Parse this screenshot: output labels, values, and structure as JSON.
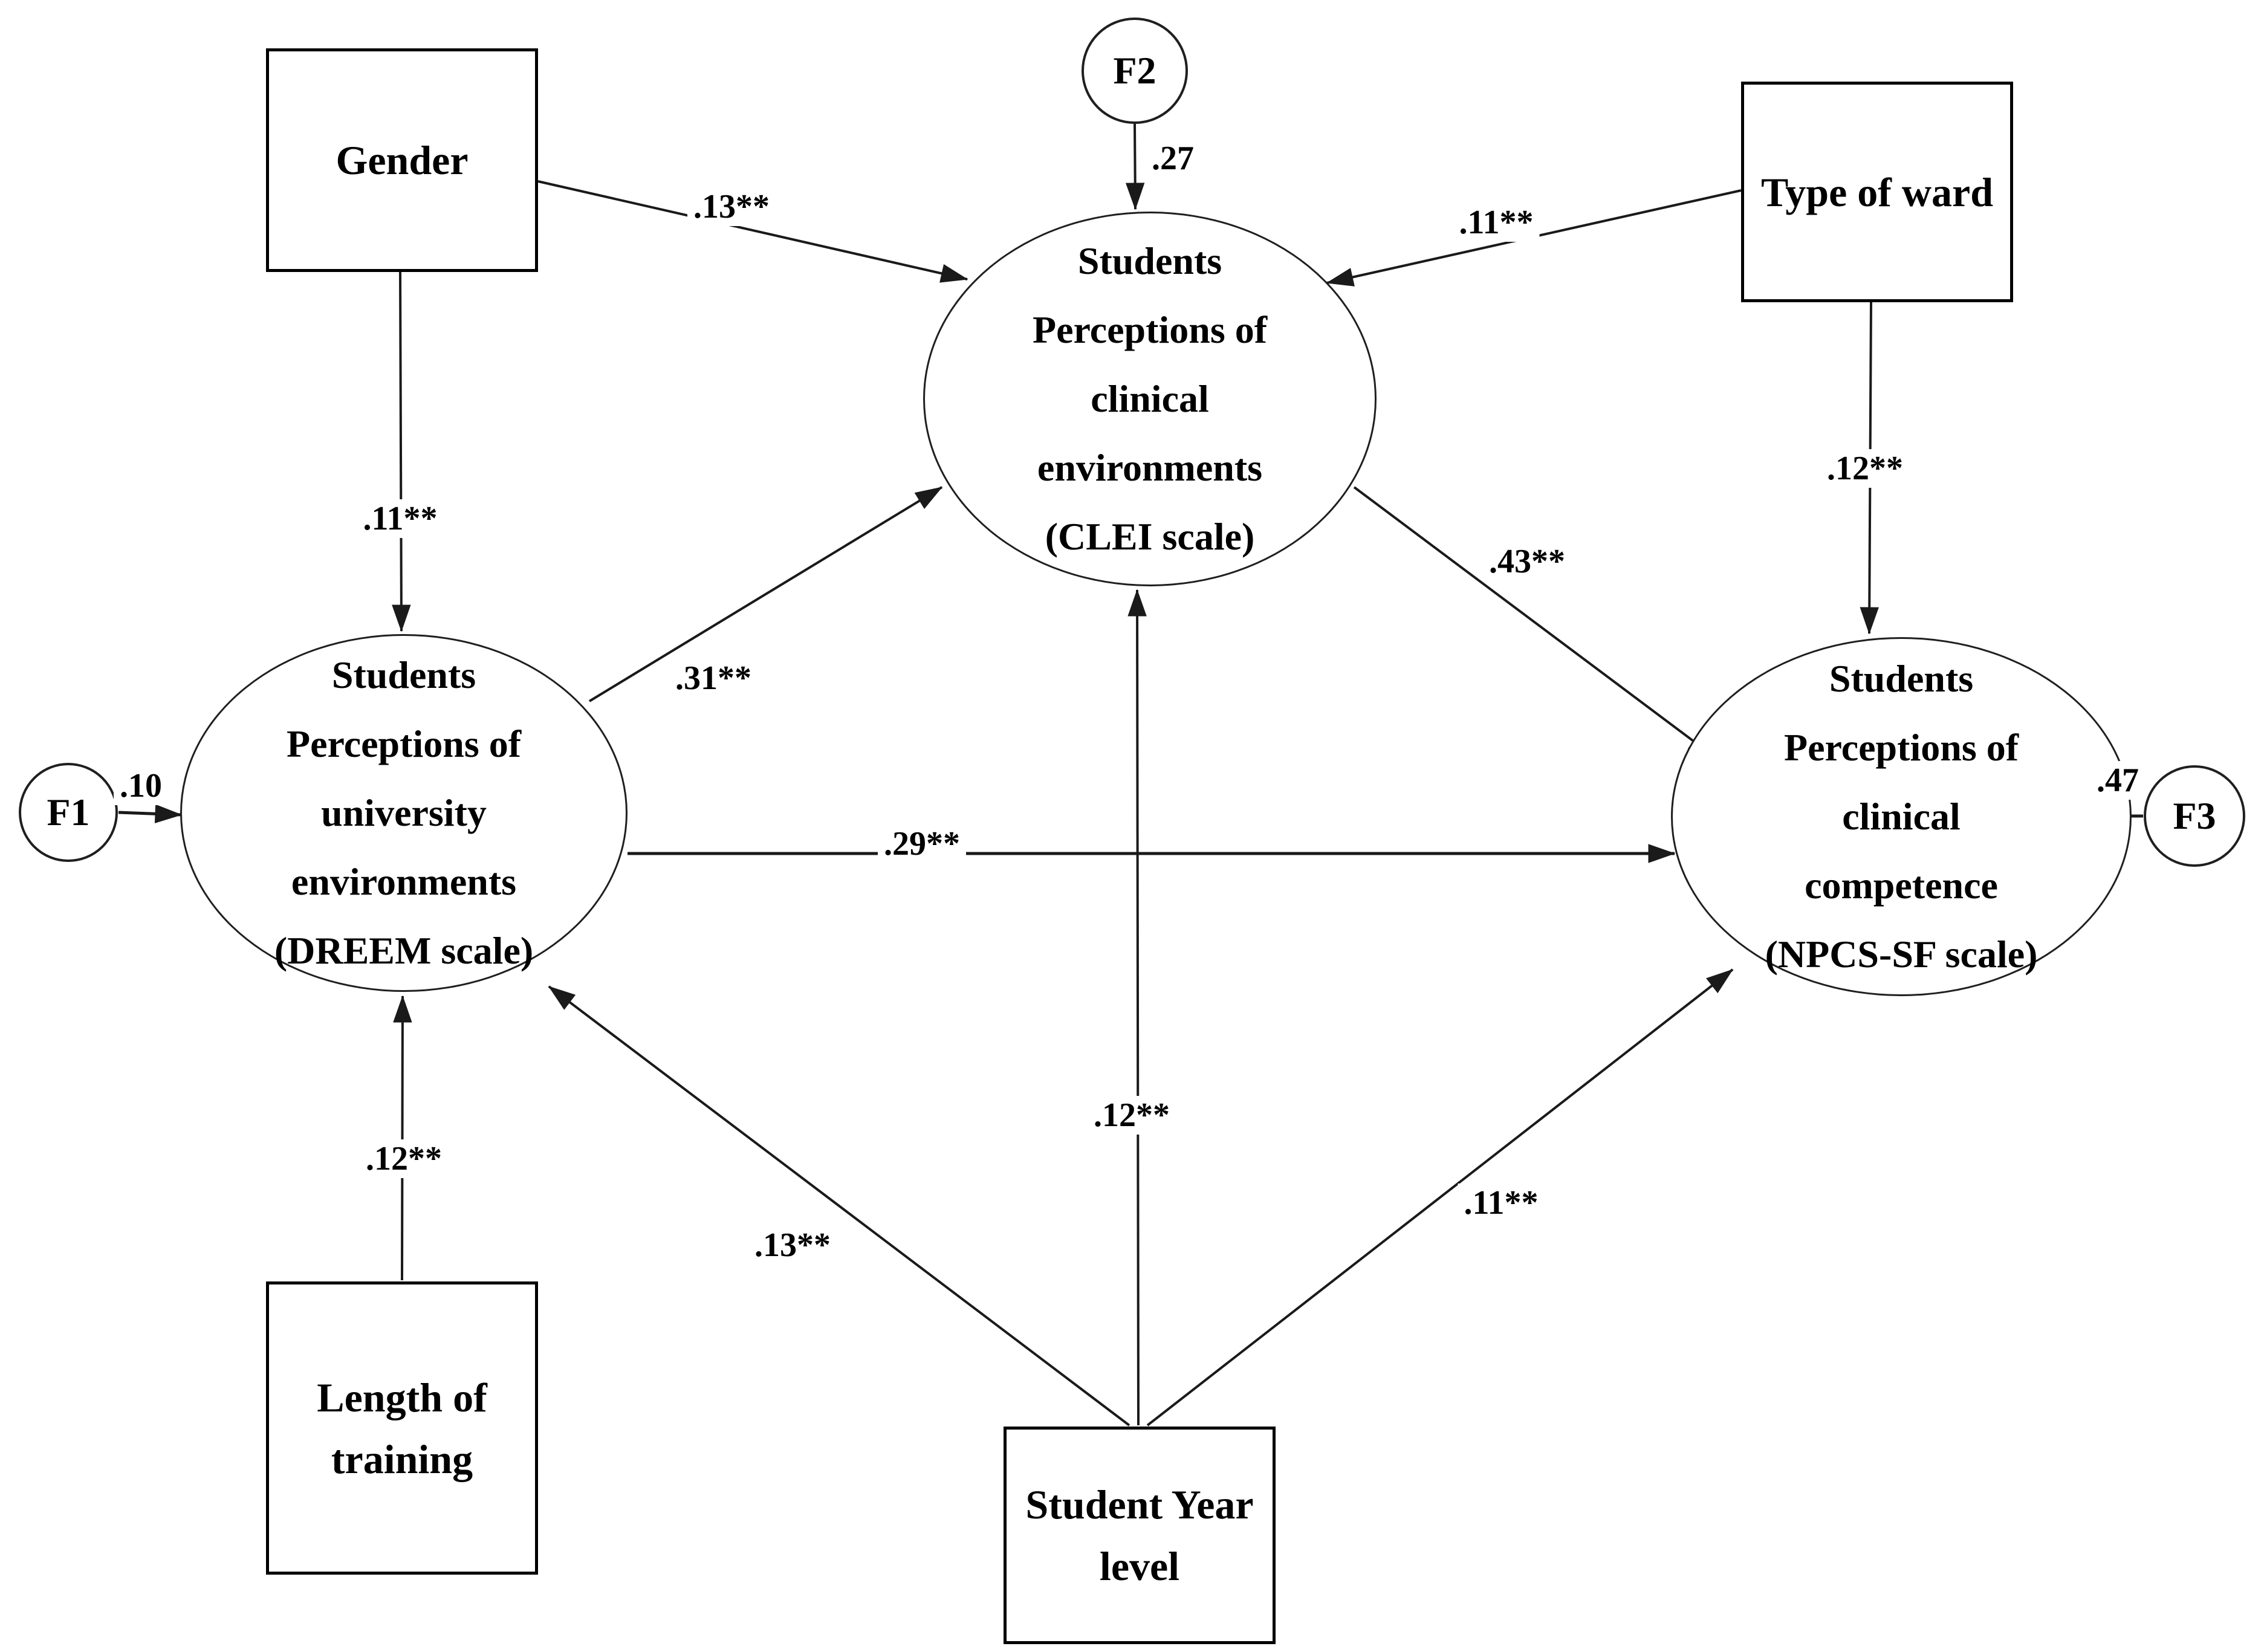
{
  "figure": {
    "kind": "structural-equation-path-diagram",
    "colors": {
      "background": "#ffffff",
      "line": "#1a1a1a",
      "text": "#000000"
    },
    "nodes": {
      "gender": {
        "shape": "rectangle",
        "label": "Gender"
      },
      "type_of_ward": {
        "shape": "rectangle",
        "label": "Type of ward"
      },
      "length_of_training": {
        "shape": "rectangle",
        "label": "Length of\ntraining"
      },
      "student_year_level": {
        "shape": "rectangle",
        "label": "Student Year\nlevel"
      },
      "dreem": {
        "shape": "ellipse",
        "label": "Students\nPerceptions of\nuniversity\nenvironments\n(DREEM scale)"
      },
      "clei": {
        "shape": "ellipse",
        "label": "Students\nPerceptions of\nclinical\nenvironments\n(CLEI scale)"
      },
      "npcs": {
        "shape": "ellipse",
        "label": "Students\nPerceptions of\nclinical\ncompetence\n(NPCS-SF scale)"
      },
      "f1": {
        "shape": "circle",
        "label": "F1"
      },
      "f2": {
        "shape": "circle",
        "label": "F2"
      },
      "f3": {
        "shape": "circle",
        "label": "F3"
      }
    },
    "paths": [
      {
        "from": "Gender",
        "to": "CLEI",
        "value": ".13**"
      },
      {
        "from": "F2",
        "to": "CLEI",
        "value": ".27"
      },
      {
        "from": "Type of ward",
        "to": "CLEI",
        "value": ".11**"
      },
      {
        "from": "Gender",
        "to": "DREEM",
        "value": ".11**"
      },
      {
        "from": "Type of ward",
        "to": "NPCS-SF",
        "value": ".12**"
      },
      {
        "from": "DREEM",
        "to": "CLEI",
        "value": ".31**"
      },
      {
        "from": "CLEI",
        "to": "NPCS-SF",
        "value": ".43**"
      },
      {
        "from": "DREEM",
        "to": "NPCS-SF",
        "value": ".29**"
      },
      {
        "from": "F1",
        "to": "DREEM",
        "value": ".10"
      },
      {
        "from": "F3",
        "to": "NPCS-SF",
        "value": ".47"
      },
      {
        "from": "Length of training",
        "to": "DREEM",
        "value": ".12**"
      },
      {
        "from": "Student Year level",
        "to": "DREEM",
        "value": ".13**"
      },
      {
        "from": "Student Year level",
        "to": "CLEI",
        "value": ".12**"
      },
      {
        "from": "Student Year level",
        "to": "NPCS-SF",
        "value": ".11**"
      }
    ]
  }
}
